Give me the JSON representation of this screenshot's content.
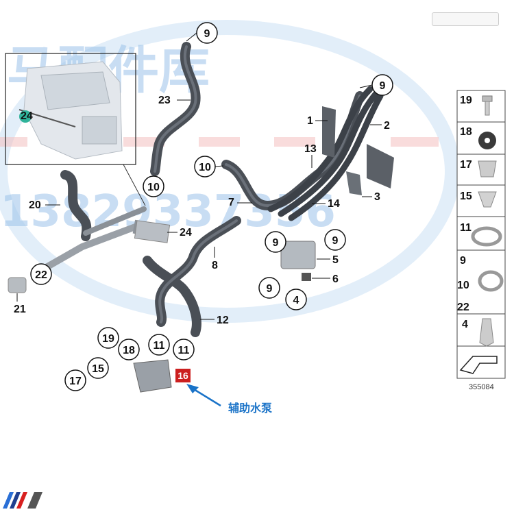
{
  "watermark": {
    "top_text": "马配件库",
    "digits": "13829337356"
  },
  "callout": {
    "text": "辅助水泵",
    "highlight_number": "16",
    "highlight_color": "#cc1f1f",
    "text_color": "#1a73c8"
  },
  "diagram_code": "355084",
  "parts": [
    {
      "id": "p9a",
      "label": "9"
    },
    {
      "id": "p23",
      "label": "23"
    },
    {
      "id": "p9b",
      "label": "9"
    },
    {
      "id": "p1",
      "label": "1"
    },
    {
      "id": "p2",
      "label": "2"
    },
    {
      "id": "p13",
      "label": "13"
    },
    {
      "id": "p10a",
      "label": "10"
    },
    {
      "id": "p10b",
      "label": "10"
    },
    {
      "id": "p7",
      "label": "7"
    },
    {
      "id": "p14",
      "label": "14"
    },
    {
      "id": "p3",
      "label": "3"
    },
    {
      "id": "p20",
      "label": "20"
    },
    {
      "id": "p24",
      "label": "24"
    },
    {
      "id": "p24inset",
      "label": "24"
    },
    {
      "id": "p9c",
      "label": "9"
    },
    {
      "id": "p9d",
      "label": "9"
    },
    {
      "id": "p5",
      "label": "5"
    },
    {
      "id": "p8",
      "label": "8"
    },
    {
      "id": "p6",
      "label": "6"
    },
    {
      "id": "p22",
      "label": "22"
    },
    {
      "id": "p9e",
      "label": "9"
    },
    {
      "id": "p4",
      "label": "4"
    },
    {
      "id": "p21",
      "label": "21"
    },
    {
      "id": "p12",
      "label": "12"
    },
    {
      "id": "p19",
      "label": "19"
    },
    {
      "id": "p11a",
      "label": "11"
    },
    {
      "id": "p11b",
      "label": "11"
    },
    {
      "id": "p18",
      "label": "18"
    },
    {
      "id": "p15",
      "label": "15"
    },
    {
      "id": "p17",
      "label": "17"
    }
  ],
  "legend": [
    {
      "labels": [
        "19"
      ],
      "icon": "bolt-icon"
    },
    {
      "labels": [
        "18"
      ],
      "icon": "grommet-icon"
    },
    {
      "labels": [
        "17"
      ],
      "icon": "clip-icon"
    },
    {
      "labels": [
        "15"
      ],
      "icon": "nut-icon"
    },
    {
      "labels": [
        "11"
      ],
      "icon": "hose-clamp-icon"
    },
    {
      "labels": [
        "9",
        "10"
      ],
      "icon": "spring-clamp-icon"
    },
    {
      "labels": [
        "22"
      ],
      "icon": "empty"
    },
    {
      "labels": [
        "4"
      ],
      "icon": "expanding-rivet-icon"
    }
  ],
  "brand": {
    "logo": "M-stripes-logo"
  }
}
